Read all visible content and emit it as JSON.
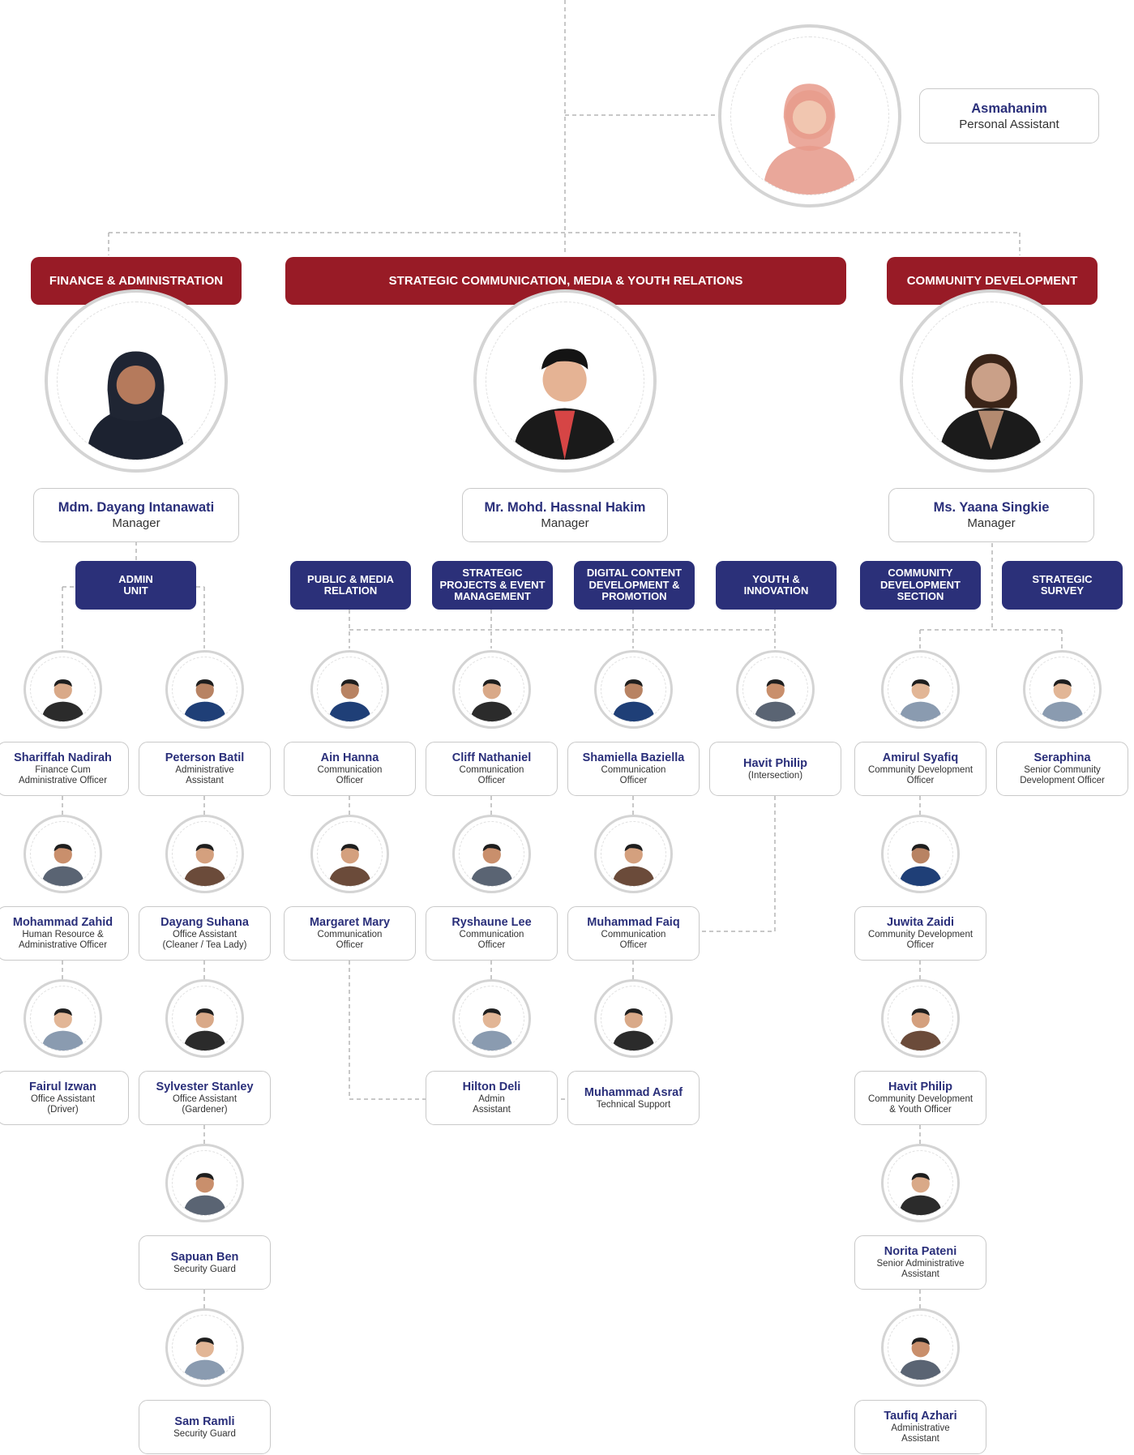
{
  "colors": {
    "department_banner": "#981b26",
    "unit_badge": "#2b3079",
    "name_text": "#2a2f7a",
    "connector": "#b5b5b5"
  },
  "assistant": {
    "name": "Asmahanim",
    "role": "Personal Assistant",
    "photo": "person-hijab-pink"
  },
  "departments": [
    {
      "title": "FINANCE & ADMINISTRATION",
      "manager": {
        "name": "Mdm. Dayang Intanawati",
        "role": "Manager",
        "photo": "person-hijab-dark"
      }
    },
    {
      "title": "STRATEGIC COMMUNICATION, MEDIA & YOUTH RELATIONS",
      "manager": {
        "name": "Mr. Mohd. Hassnal Hakim",
        "role": "Manager",
        "photo": "person-suit-red-shirt"
      }
    },
    {
      "title": "COMMUNITY DEVELOPMENT",
      "manager": {
        "name": "Ms. Yaana Singkie",
        "role": "Manager",
        "photo": "person-blazer"
      }
    }
  ],
  "units": [
    {
      "label": "ADMIN\nUNIT"
    },
    {
      "label": "PUBLIC & MEDIA\nRELATION"
    },
    {
      "label": "STRATEGIC\nPROJECTS & EVENT\nMANAGEMENT"
    },
    {
      "label": "DIGITAL CONTENT\nDEVELOPMENT &\nPROMOTION"
    },
    {
      "label": "YOUTH &\nINNOVATION"
    },
    {
      "label": "COMMUNITY\nDEVELOPMENT\nSECTION"
    },
    {
      "label": "STRATEGIC\nSURVEY"
    }
  ],
  "staff": [
    {
      "name": "Shariffah Nadirah",
      "role": "Finance Cum\nAdministrative Officer"
    },
    {
      "name": "Mohammad Zahid",
      "role": "Human Resource &\nAdministrative Officer"
    },
    {
      "name": "Fairul Izwan",
      "role": "Office Assistant\n(Driver)"
    },
    {
      "name": "Peterson Batil",
      "role": "Administrative\nAssistant"
    },
    {
      "name": "Dayang Suhana",
      "role": "Office Assistant\n(Cleaner / Tea Lady)"
    },
    {
      "name": "Sylvester Stanley",
      "role": "Office Assistant\n(Gardener)"
    },
    {
      "name": "Sapuan Ben",
      "role": "Security Guard"
    },
    {
      "name": "Sam Ramli",
      "role": "Security Guard"
    },
    {
      "name": "Ain Hanna",
      "role": "Communication\nOfficer"
    },
    {
      "name": "Margaret Mary",
      "role": "Communication\nOfficer"
    },
    {
      "name": "Cliff Nathaniel",
      "role": "Communication\nOfficer"
    },
    {
      "name": "Ryshaune Lee",
      "role": "Communication\nOfficer"
    },
    {
      "name": "Hilton Deli",
      "role": "Admin\nAssistant"
    },
    {
      "name": "Shamiella Baziella",
      "role": "Communication\nOfficer"
    },
    {
      "name": "Muhammad Faiq",
      "role": "Communication\nOfficer"
    },
    {
      "name": "Muhammad Asraf",
      "role": "Technical Support"
    },
    {
      "name": "Havit Philip",
      "role": "(Intersection)"
    },
    {
      "name": "Amirul Syafiq",
      "role": "Community Development\nOfficer"
    },
    {
      "name": "Juwita Zaidi",
      "role": "Community Development\nOfficer"
    },
    {
      "name": "Havit Philip",
      "role": "Community Development\n& Youth Officer"
    },
    {
      "name": "Norita Pateni",
      "role": "Senior Administrative\nAssistant"
    },
    {
      "name": "Taufiq Azhari",
      "role": "Administrative\nAssistant"
    },
    {
      "name": "Seraphina",
      "role": "Senior Community\nDevelopment Officer"
    }
  ]
}
